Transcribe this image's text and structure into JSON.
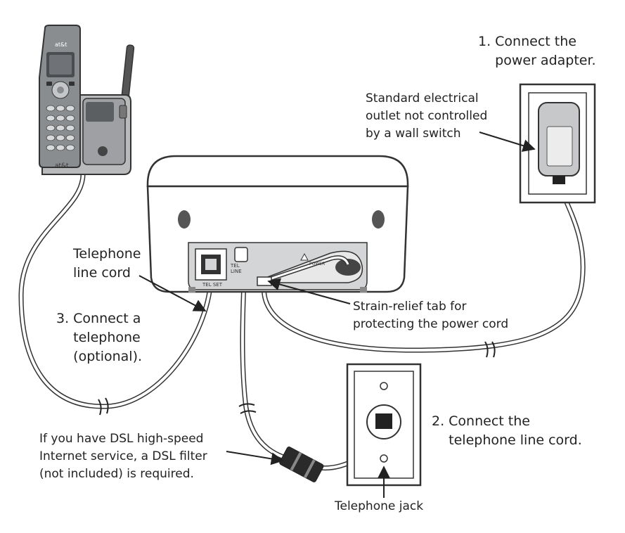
{
  "labels": {
    "step1": "1. Connect the\n    power adapter.",
    "outlet": "Standard electrical\noutlet not controlled\nby a wall switch",
    "telephone_line_cord": "Telephone\nline cord",
    "step3": "3. Connect a\n    telephone\n    (optional).",
    "strain_relief": "Strain-relief tab for\nprotecting the power cord",
    "step2": "2. Connect the\n    telephone line cord.",
    "dsl": "If you have DSL high-speed\nInternet service, a DSL filter\n(not included) is required.",
    "telephone_jack": "Telephone jack"
  },
  "device_markings": {
    "handset_brand": "at&t",
    "cradle_brand": "at&t",
    "port_tel_set": "TEL SET",
    "port_tel_line": "TEL\nLINE",
    "port_power": "POWER"
  },
  "colors": {
    "outline": "#333333",
    "handset_body": "#8a8d90",
    "handset_dark": "#4a4d50",
    "cradle_body": "#b8babc",
    "base_panel": "#d4d5d6",
    "background": "#ffffff"
  },
  "icons": {
    "warning": "warning-triangle-icon",
    "arrow": "arrow-pointer-icon"
  }
}
